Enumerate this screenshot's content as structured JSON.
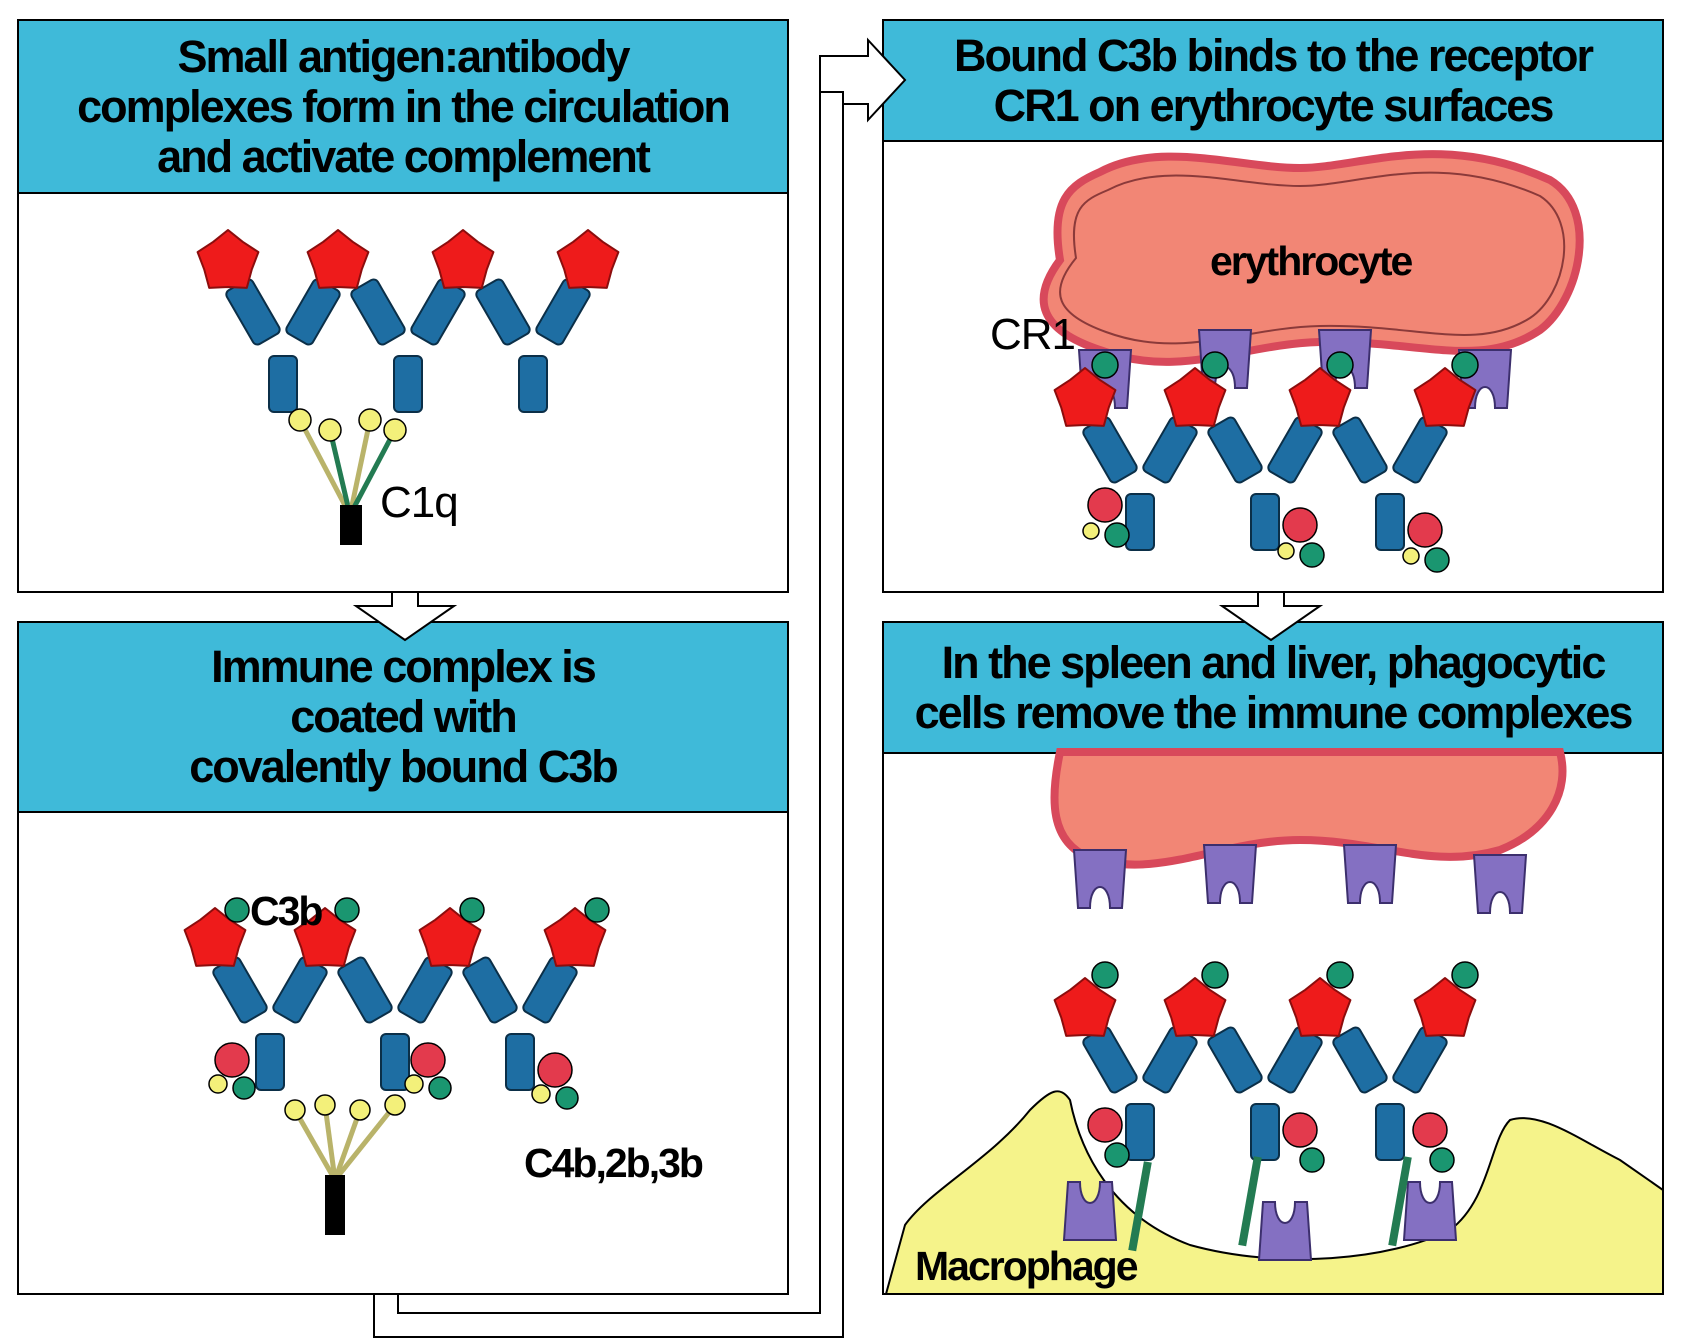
{
  "colors": {
    "header": "#3fbad9",
    "antibody": "#1e6ea3",
    "antigen": "#ee1b1b",
    "c3b": "#1a9670",
    "c4b": "#e33a4d",
    "c1q_head": "#f3f07a",
    "receptor": "#8470c2",
    "erythrocyte": "#f28675",
    "macrophage": "#f5f38a",
    "bar": "#237b52"
  },
  "panels": {
    "p1": {
      "title": "Small antigen:antibody\ncomplexes form in the circulation\nand activate complement"
    },
    "p2": {
      "title": "Immune complex is\ncoated with\ncovalently bound C3b"
    },
    "p3": {
      "title": "Bound C3b binds to the receptor\nCR1 on erythrocyte surfaces"
    },
    "p4": {
      "title": "In the spleen and liver, phagocytic\ncells remove the immune complexes"
    }
  },
  "labels": {
    "c1q": "C1q",
    "c3b": "C3b",
    "c4b2b3b": "C4b,2b,3b",
    "cr1": "CR1",
    "erythrocyte": "erythrocyte",
    "macrophage": "Macrophage"
  }
}
